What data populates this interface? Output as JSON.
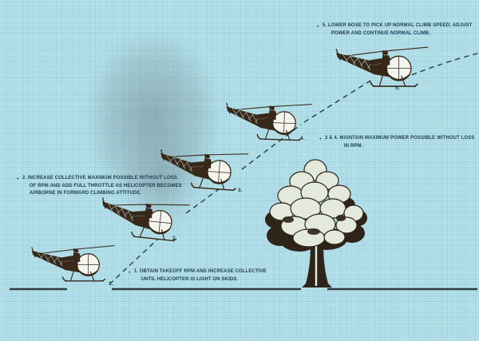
{
  "figure": {
    "description": "Helicopter maximum performance takeoff over obstacle - five step sequence",
    "notes": {
      "step1": {
        "bullet": "●",
        "lines": [
          "1. OBTAIN TAKEOFF RPM AND INCREASE COLLECTIVE",
          "UNTIL HELICOPTER IS LIGHT ON SKIDS."
        ]
      },
      "step2": {
        "bullet": "●",
        "lines": [
          "2. INCREASE COLLECTIVE MAXIMUM POSSIBLE WITHOUT LOSS",
          "OF RPM AND ADD FULL THROTTLE AS HELICOPTER BECOMES",
          "AIRBORNE IN FORWARD CLIMBING ATTITUDE."
        ]
      },
      "step34": {
        "bullet": "●",
        "lines": [
          "3 & 4. MAINTAIN MAXIMUM POWER POSSIBLE WITHOUT LOSS",
          "IN RPM."
        ]
      },
      "step5": {
        "bullet": "●",
        "lines": [
          "5. LOWER NOSE TO PICK UP NORMAL CLIMB SPEED; ADJUST",
          "POWER AND CONTINUE NORMAL CLIMB."
        ]
      }
    },
    "position_labels": {
      "h1": "1.",
      "h2": "2.",
      "h3": "3.",
      "h4": "4.",
      "h5": "5."
    },
    "colors": {
      "background": "#a8d9e5",
      "ink": "#20384a",
      "ground_line": "#2c3a41",
      "helicopter_body": "#38281a",
      "canopy": "#f3f5ee",
      "tree_light": "#eef2e6",
      "tree_dark": "#2e2419"
    }
  }
}
